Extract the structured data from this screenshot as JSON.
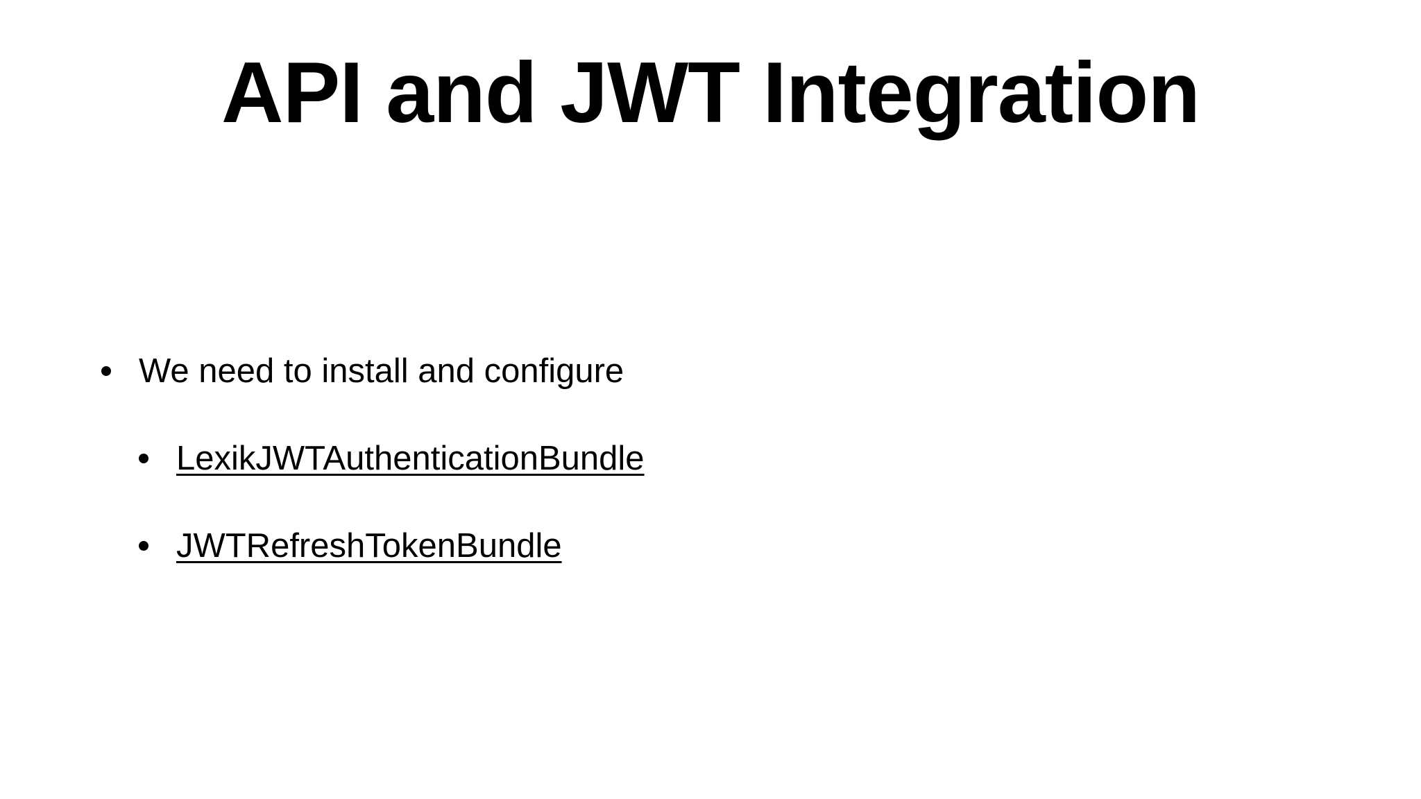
{
  "slide": {
    "title": "API and JWT Integration",
    "bullets": {
      "intro": "We need to install and configure",
      "links": [
        "LexikJWTAuthenticationBundle",
        "JWTRefreshTokenBundle"
      ]
    },
    "colors": {
      "background": "#ffffff",
      "text": "#000000"
    },
    "icons": {
      "bullet": "bullet-dot-icon"
    }
  }
}
